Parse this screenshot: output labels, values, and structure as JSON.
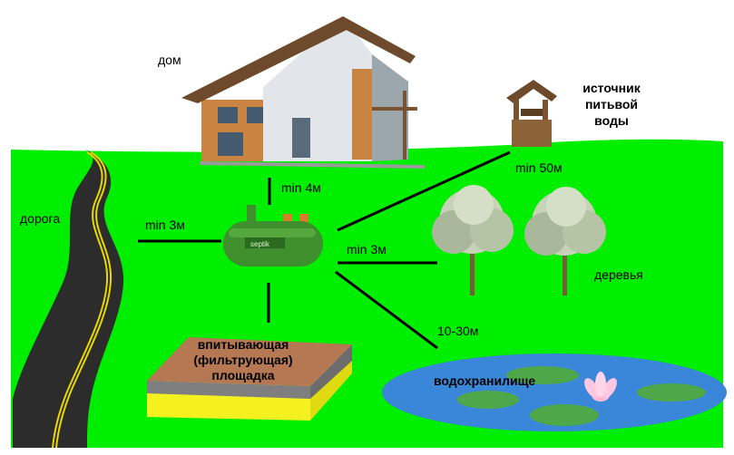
{
  "labels": {
    "house": "дом",
    "road": "дорога",
    "well": "источник\nпитьвой\nводы",
    "trees": "деревья",
    "filter_pad": "впитывающая\n(фильтрующая)\nплощадка",
    "pond": "водохранилище",
    "tank_brand": "septik"
  },
  "distances": {
    "to_house": "min 4м",
    "to_road": "min 3м",
    "to_trees": "min 3м",
    "to_well": "min 50м",
    "to_pond": "10-30м"
  },
  "colors": {
    "sky": "#ffffff",
    "grass": "#00ee00",
    "road": "#2c2c2c",
    "road_line": "#e8d800",
    "tank": "#3f8f2e",
    "pipe": "#d2802c",
    "pond": "#3a86d8",
    "lily_pad": "#4ea84a",
    "soil": "#b57852",
    "pad_yellow": "#f5f020"
  }
}
